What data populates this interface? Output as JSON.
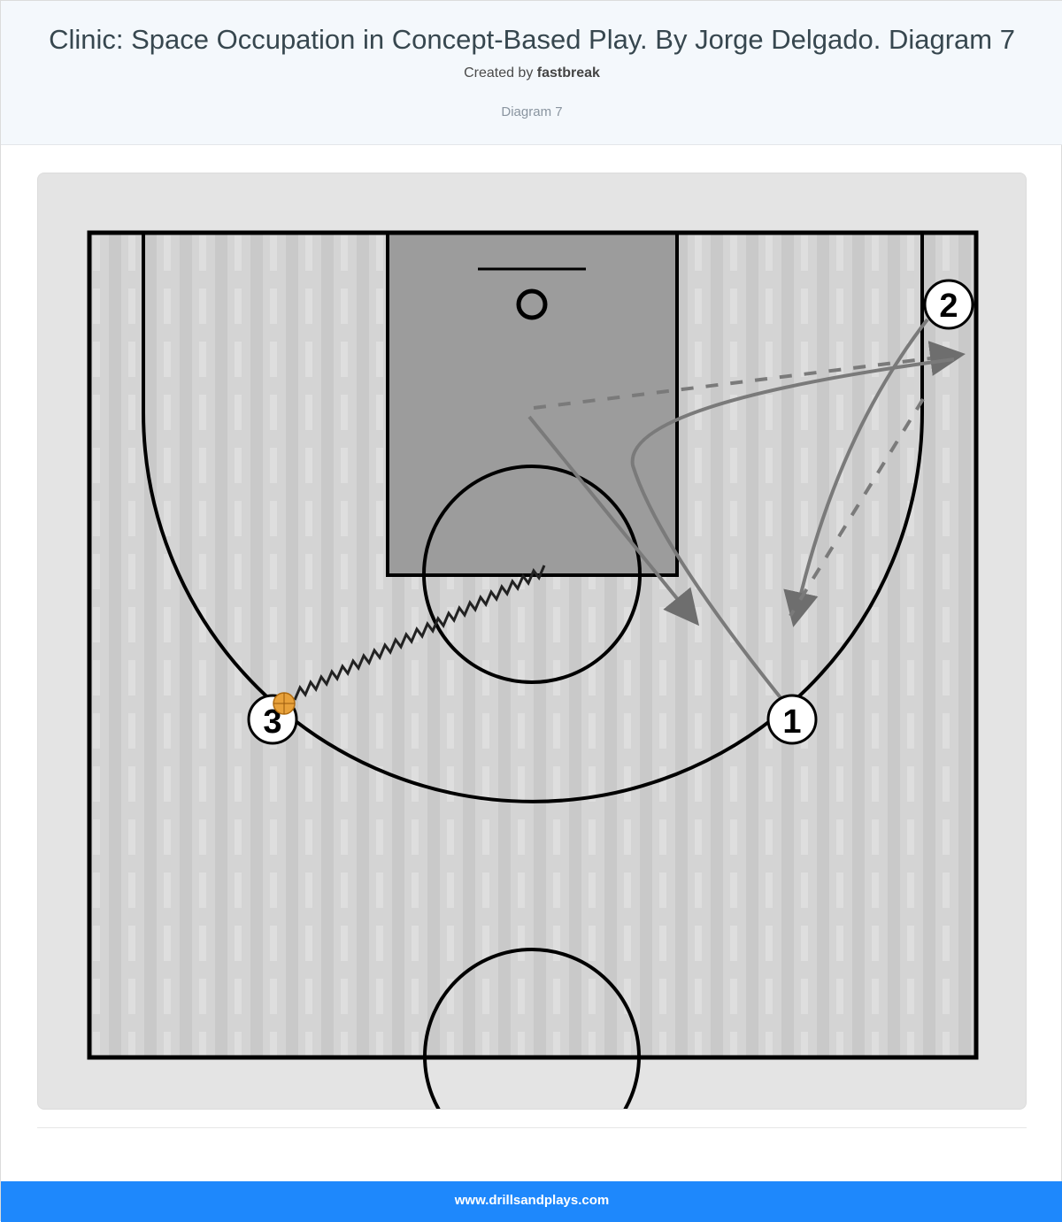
{
  "header": {
    "title": "Clinic: Space Occupation in Concept-Based Play. By Jorge Delgado. Diagram 7",
    "created_by_prefix": "Created by",
    "author": "fastbreak",
    "subtitle": "Diagram 7"
  },
  "diagram": {
    "players": [
      {
        "label": "1",
        "role": "player-1"
      },
      {
        "label": "2",
        "role": "player-2"
      },
      {
        "label": "3",
        "role": "player-3"
      }
    ],
    "ball_color": "#e8a13a",
    "court_line_color": "#000000",
    "paint_color": "#9a9a9a",
    "court_color": "#cfcfcf",
    "action_color": "#7a7a7a"
  },
  "footer": {
    "site": "www.drillsandplays.com"
  },
  "colors": {
    "header_bg": "#f4f8fc",
    "footer_bg": "#1e88fc",
    "title_text": "#37474f"
  }
}
